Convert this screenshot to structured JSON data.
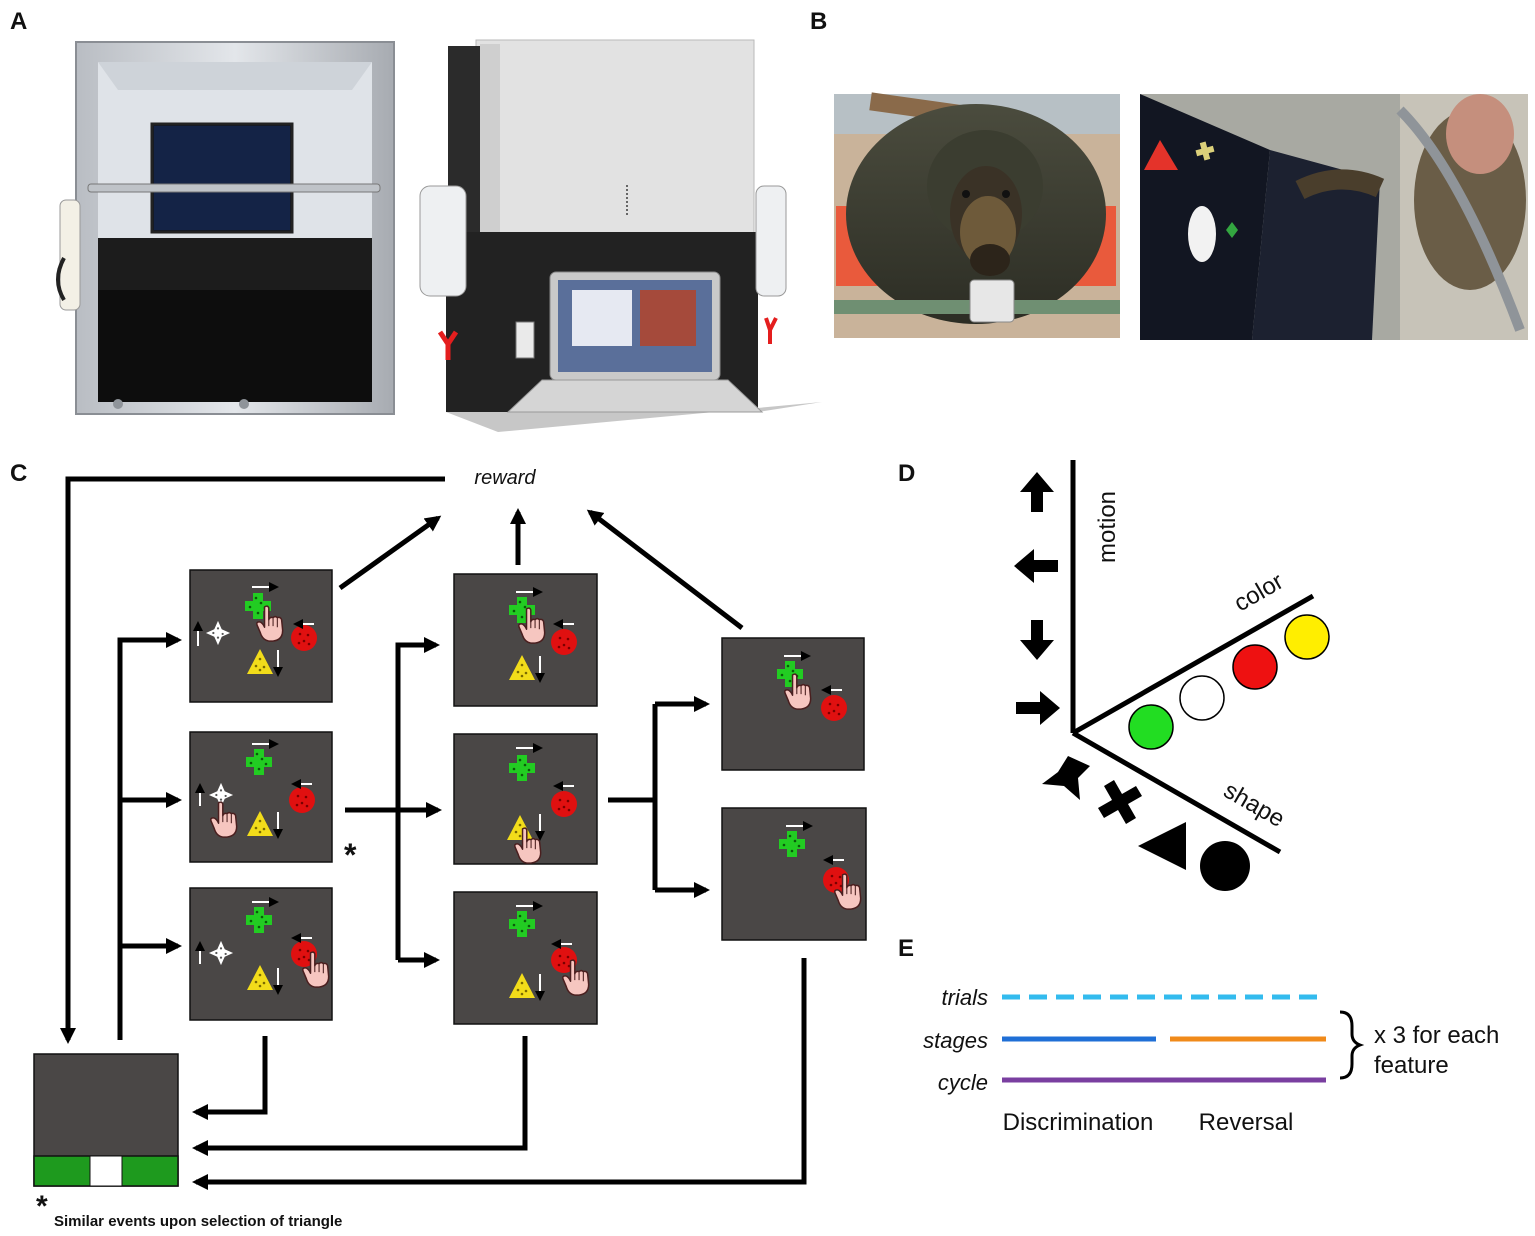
{
  "panels": {
    "a": "A",
    "b": "B",
    "c": "C",
    "d": "D",
    "e": "E"
  },
  "panel_c": {
    "reward": "reward",
    "footnote_mark": "*",
    "footnote_marker": "*",
    "footnote": "Similar events upon selection of triangle"
  },
  "panel_d": {
    "axis_motion": "motion",
    "axis_color": "color",
    "axis_shape": "shape",
    "color_samples": [
      "#22dd22",
      "#ffffff",
      "#ee1111",
      "#ffee00"
    ],
    "motion_directions": [
      "up",
      "left",
      "down",
      "right"
    ],
    "shape_samples": [
      "star",
      "cross",
      "triangle",
      "circle"
    ]
  },
  "panel_e": {
    "row_trials": "trials",
    "row_stages": "stages",
    "row_cycle": "cycle",
    "bracket_note_line1": "x 3 for each",
    "bracket_note_line2": "feature",
    "phase_discrimination": "Discrimination",
    "phase_reversal": "Reversal",
    "colors": {
      "trials": "#33bbee",
      "stage_discrimination": "#1f6fd6",
      "stage_reversal": "#f08a1a",
      "cycle": "#7a3fa0"
    }
  },
  "colors": {
    "screen": "#4a4746",
    "cross": "#22cc22",
    "circle": "#e01010",
    "triangle": "#f2dc1a",
    "star": "#ffffff",
    "hand": "#f6c6c0",
    "start_bar": "#1e9a1e"
  }
}
